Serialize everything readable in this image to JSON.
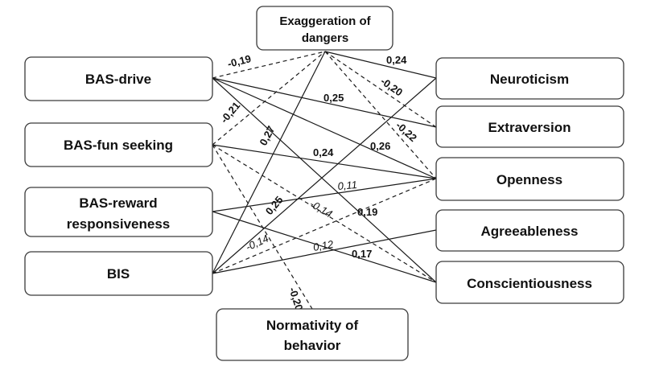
{
  "diagram": {
    "nodes": {
      "exaggeration": {
        "lines": [
          "Exaggeration of",
          "dangers"
        ]
      },
      "normativity": {
        "lines": [
          "Normativity of",
          "behavior"
        ]
      },
      "bas_drive": {
        "lines": [
          "BAS-drive"
        ]
      },
      "bas_fun": {
        "lines": [
          "BAS-fun seeking"
        ]
      },
      "bas_reward": {
        "lines": [
          "BAS-reward",
          "responsiveness"
        ]
      },
      "bis": {
        "lines": [
          "BIS"
        ]
      },
      "neuroticism": {
        "lines": [
          "Neuroticism"
        ]
      },
      "extraversion": {
        "lines": [
          "Extraversion"
        ]
      },
      "openness": {
        "lines": [
          "Openness"
        ]
      },
      "agreeableness": {
        "lines": [
          "Agreeableness"
        ]
      },
      "conscientiousness": {
        "lines": [
          "Conscientiousness"
        ]
      }
    },
    "edges": [
      {
        "from": "bas_drive",
        "to": "exaggeration",
        "style": "dashed",
        "coef": "-0,19"
      },
      {
        "from": "bas_drive",
        "to": "extraversion",
        "style": "solid",
        "coef": "0,25"
      },
      {
        "from": "bas_drive",
        "to": "openness",
        "style": "solid",
        "coef": "0,26"
      },
      {
        "from": "bas_drive",
        "to": "conscientiousness",
        "style": "solid",
        "coef": "0,19"
      },
      {
        "from": "bas_fun",
        "to": "exaggeration",
        "style": "dashed",
        "coef": "-0,21"
      },
      {
        "from": "bas_fun",
        "to": "openness",
        "style": "solid",
        "coef": "0,24"
      },
      {
        "from": "bas_fun",
        "to": "conscientiousness",
        "style": "dashed",
        "coef": "-0,14"
      },
      {
        "from": "bas_fun",
        "to": "normativity",
        "style": "dashed",
        "coef": "-0,20"
      },
      {
        "from": "bas_reward",
        "to": "openness",
        "style": "solid",
        "coef": "0,11"
      },
      {
        "from": "bas_reward",
        "to": "conscientiousness",
        "style": "solid",
        "coef": "0,17"
      },
      {
        "from": "bis",
        "to": "exaggeration",
        "style": "solid",
        "coef": "0,27"
      },
      {
        "from": "bis",
        "to": "neuroticism",
        "style": "solid",
        "coef": "0,25"
      },
      {
        "from": "bis",
        "to": "openness",
        "style": "dashed",
        "coef": "-0,14"
      },
      {
        "from": "bis",
        "to": "agreeableness",
        "style": "solid",
        "coef": "0,12"
      },
      {
        "from": "exaggeration",
        "to": "neuroticism",
        "style": "solid",
        "coef": "0,24"
      },
      {
        "from": "exaggeration",
        "to": "extraversion",
        "style": "dashed",
        "coef": "-0,20"
      },
      {
        "from": "exaggeration",
        "to": "openness",
        "style": "dashed",
        "coef": "-0,22"
      }
    ]
  }
}
